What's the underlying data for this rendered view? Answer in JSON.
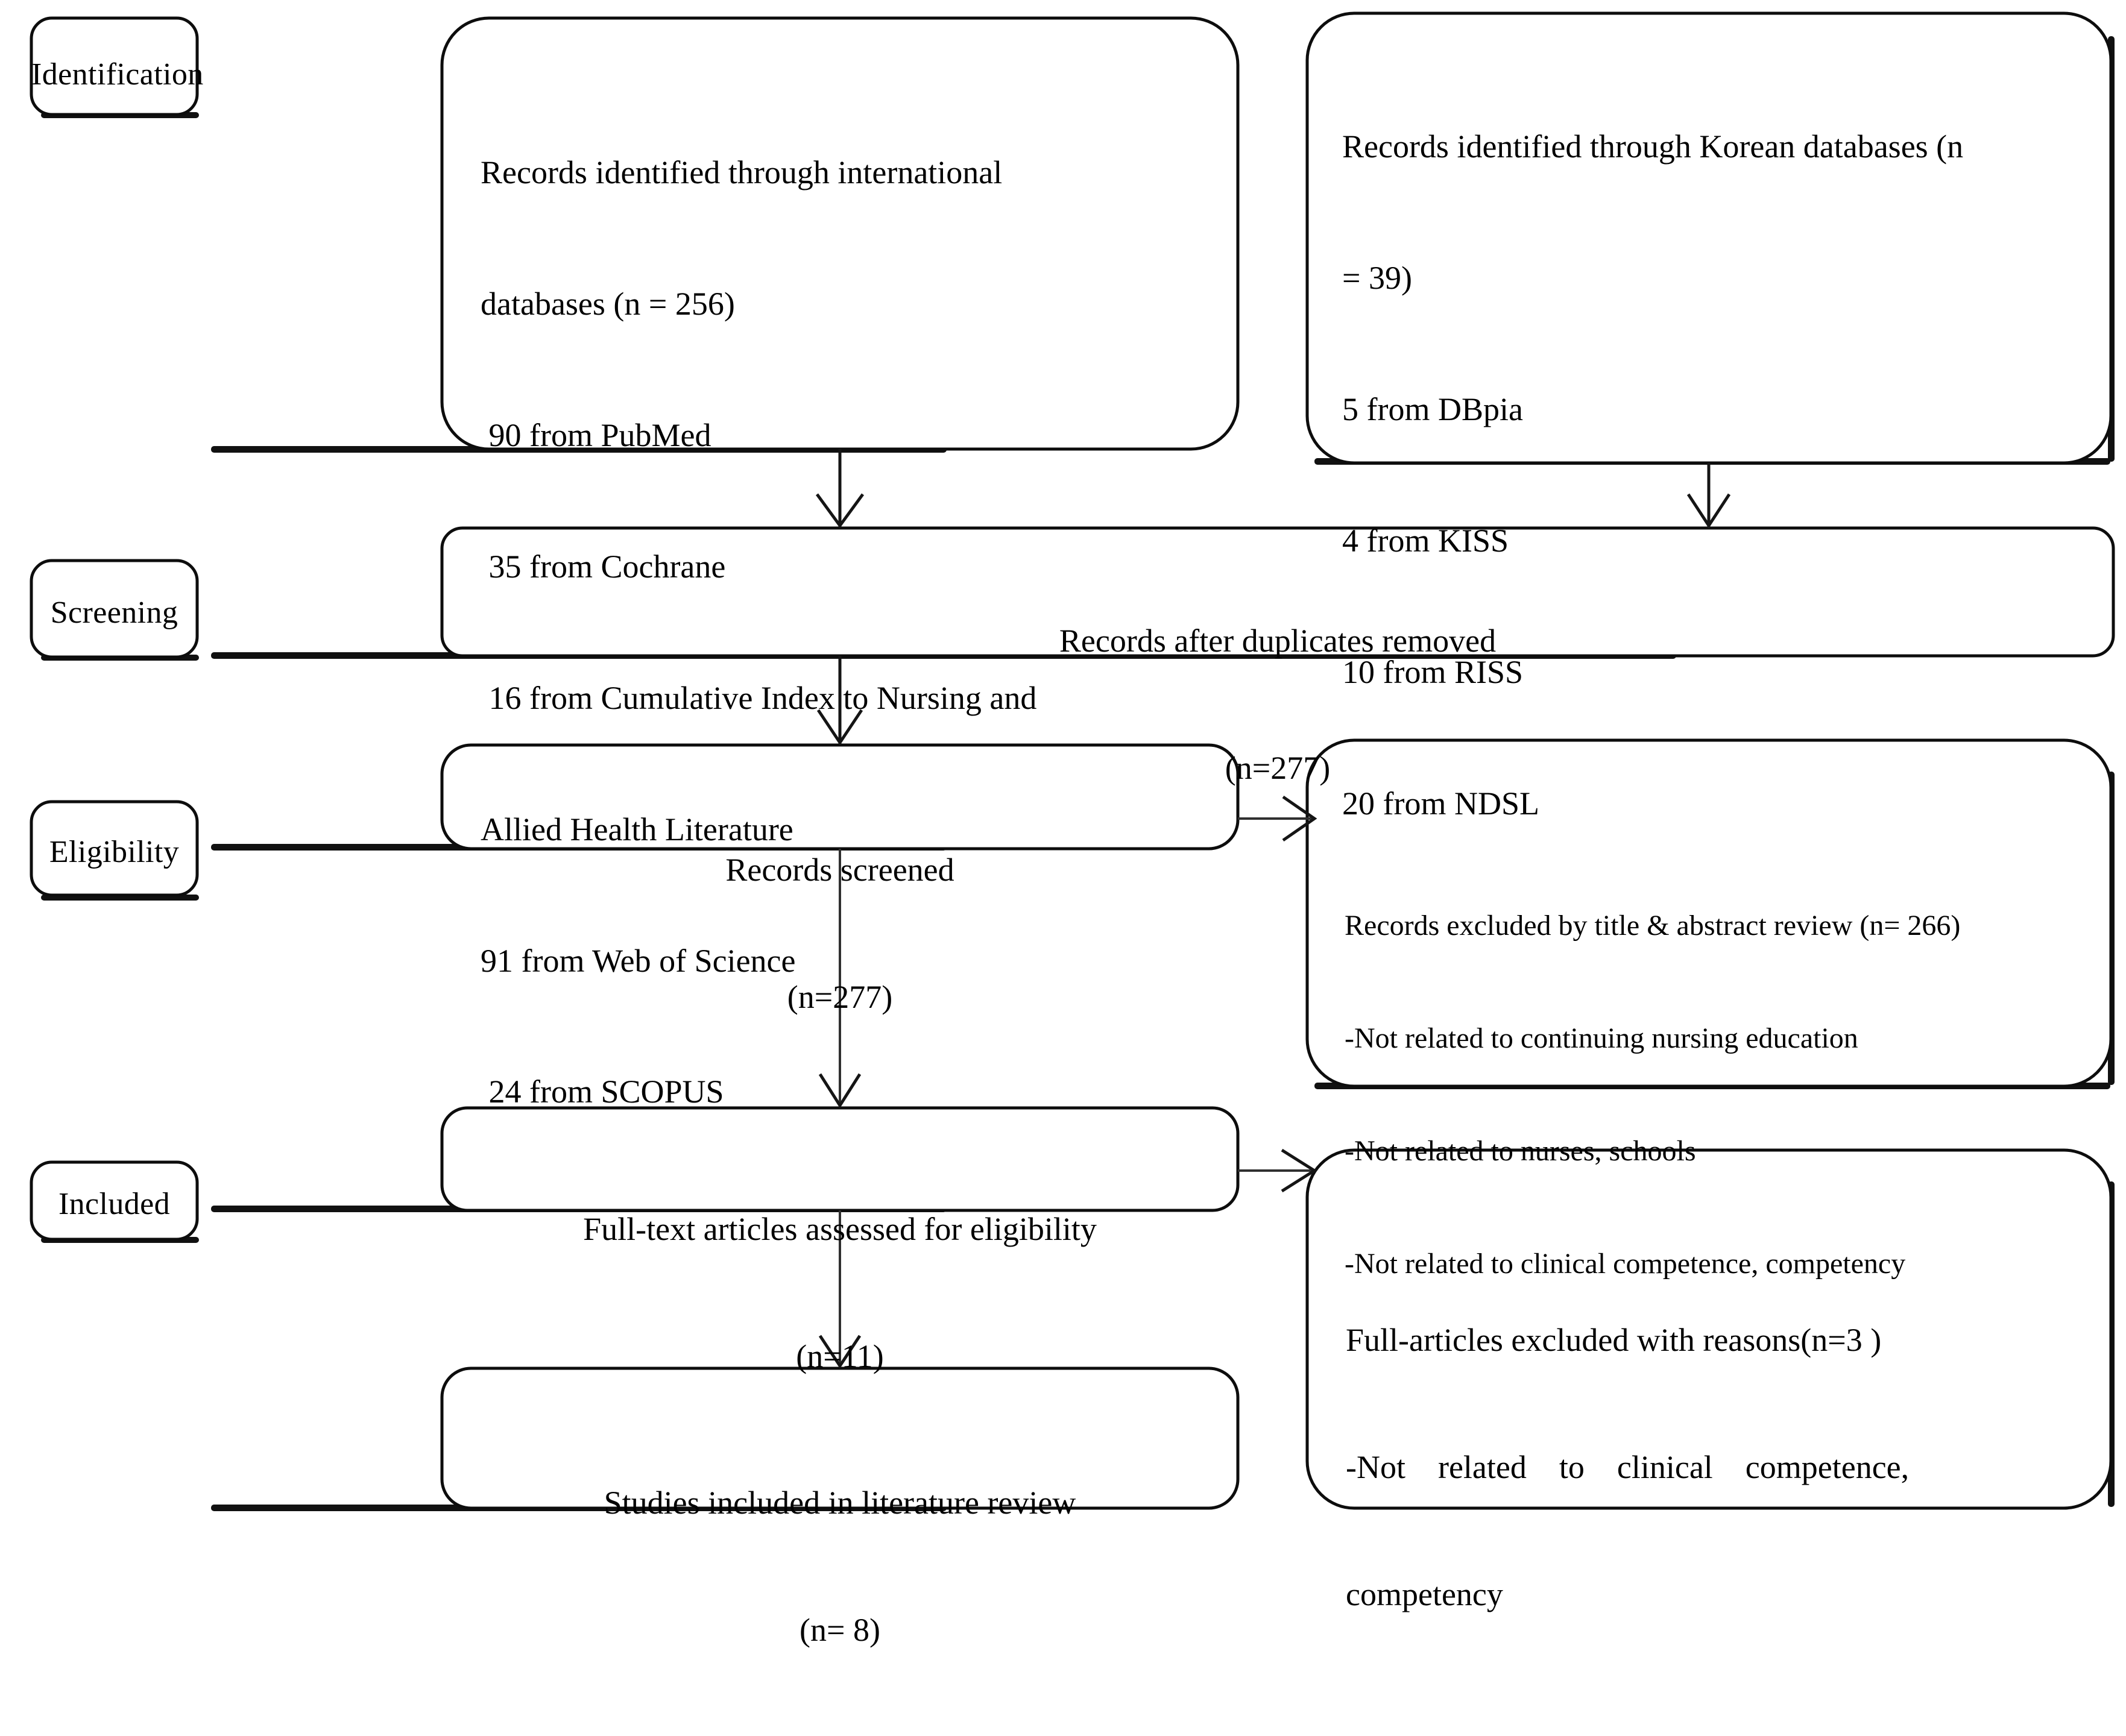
{
  "diagram": {
    "type": "prisma-flow-diagram",
    "title": "",
    "stages": [
      {
        "id": "identification",
        "label": "Identification"
      },
      {
        "id": "screening",
        "label": "Screening"
      },
      {
        "id": "eligibility",
        "label": "Eligibility"
      },
      {
        "id": "included",
        "label": "Included"
      }
    ],
    "nodes": {
      "international_records": {
        "lines": [
          "Records identified through international",
          "databases (n = 256)",
          " 90 from PubMed",
          " 35 from Cochrane",
          " 16 from Cumulative Index to Nursing and",
          "Allied Health Literature",
          "91 from Web of Science",
          " 24 from SCOPUS"
        ],
        "count": 256,
        "sources": [
          {
            "name": "PubMed",
            "n": 90
          },
          {
            "name": "Cochrane",
            "n": 35
          },
          {
            "name": "Cumulative Index to Nursing and Allied Health Literature",
            "n": 16
          },
          {
            "name": "Web of Science",
            "n": 91
          },
          {
            "name": "SCOPUS",
            "n": 24
          }
        ]
      },
      "korean_records": {
        "lines": [
          "Records identified through Korean databases (n",
          "= 39)",
          "5 from DBpia",
          "4 from KISS",
          "10 from RISS",
          "20 from NDSL"
        ],
        "count": 39,
        "sources": [
          {
            "name": "DBpia",
            "n": 5
          },
          {
            "name": "KISS",
            "n": 4
          },
          {
            "name": "RISS",
            "n": 10
          },
          {
            "name": "NDSL",
            "n": 20
          }
        ]
      },
      "after_duplicates": {
        "line1": "Records after duplicates removed",
        "line2": "(n=277)",
        "count": 277
      },
      "records_screened": {
        "line1": "Records screened",
        "line2": "(n=277)",
        "count": 277
      },
      "excluded_title_abstract": {
        "heading": "Records excluded by title & abstract review (n= 266)",
        "count": 266,
        "reasons": [
          "-Not related to continuing nursing education",
          "-Not related to nurses, schools",
          "-Not related to clinical competence, competency"
        ]
      },
      "fulltext_assessed": {
        "line1": "Full-text articles assessed for eligibility",
        "line2": "(n=11)",
        "count": 11
      },
      "excluded_fulltext": {
        "heading": "Full-articles excluded with reasons(n=3 )",
        "count": 3,
        "reason_line1": "-Not    related    to    clinical    competence,",
        "reason_line2": "competency"
      },
      "studies_included": {
        "line1": "Studies included in literature review",
        "line2": "(n= 8)",
        "count": 8
      }
    },
    "colors": {
      "box_border": "#0d0d0d",
      "box_fill": "#ffffff",
      "connector": "#151515",
      "text": "#000000",
      "background": "#ffffff"
    }
  }
}
